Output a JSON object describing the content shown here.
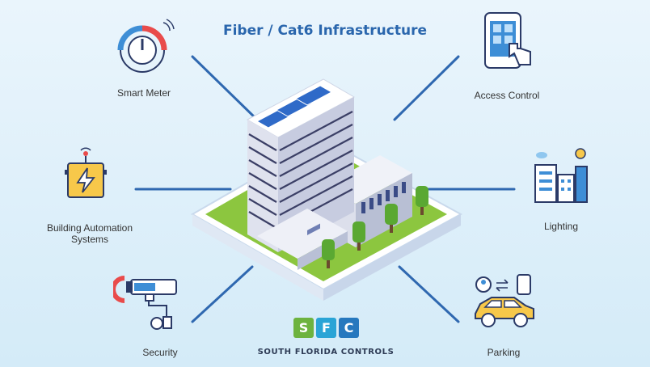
{
  "title": "Fiber / Cat6 Infrastructure",
  "nodes": [
    {
      "label": "Smart Meter",
      "icon": "smart-meter-icon"
    },
    {
      "label": "Access Control",
      "icon": "access-control-icon"
    },
    {
      "label": "Building Automation\nSystems",
      "icon": "building-automation-icon"
    },
    {
      "label": "Lighting",
      "icon": "lighting-icon"
    },
    {
      "label": "Security",
      "icon": "security-camera-icon"
    },
    {
      "label": "Parking",
      "icon": "parking-icon"
    }
  ],
  "logo": {
    "letters": [
      "S",
      "F",
      "C"
    ],
    "tagline": "SOUTH FLORIDA CONTROLS"
  },
  "colors": {
    "title": "#2a66ad",
    "connector": "#2f68b0",
    "lawn": "#8cc63f",
    "logo_s": "#6db33f",
    "logo_f": "#2aa4d6",
    "logo_c": "#2678be"
  }
}
